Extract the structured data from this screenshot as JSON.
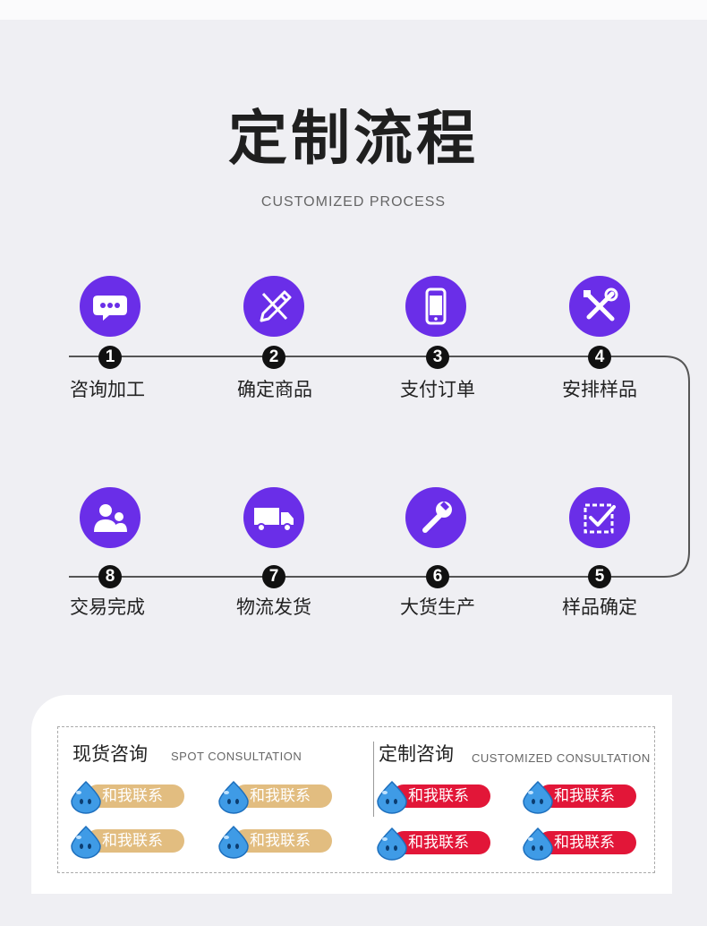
{
  "header": {
    "title": "定制流程",
    "subtitle": "CUSTOMIZED PROCESS"
  },
  "colors": {
    "accent": "#6a2ee8",
    "step_number_bg": "#111111",
    "contact_spot": "#e2bd80",
    "contact_custom": "#e21638"
  },
  "steps": [
    {
      "number": "1",
      "label": "咨询加工",
      "icon": "chat-bubble-icon"
    },
    {
      "number": "2",
      "label": "确定商品",
      "icon": "pen-ruler-icon"
    },
    {
      "number": "3",
      "label": "支付订单",
      "icon": "smartphone-icon"
    },
    {
      "number": "4",
      "label": "安排样品",
      "icon": "wrench-screwdriver-icon"
    },
    {
      "number": "5",
      "label": "样品确定",
      "icon": "checkbox-icon"
    },
    {
      "number": "6",
      "label": "大货生产",
      "icon": "wrench-icon"
    },
    {
      "number": "7",
      "label": "物流发货",
      "icon": "truck-icon"
    },
    {
      "number": "8",
      "label": "交易完成",
      "icon": "people-icon"
    }
  ],
  "contact": {
    "spot": {
      "title": "现货咨询",
      "subtitle": "SPOT CONSULTATION",
      "buttons": [
        "和我联系",
        "和我联系",
        "和我联系",
        "和我联系"
      ]
    },
    "custom": {
      "title": "定制咨询",
      "subtitle": "CUSTOMIZED CONSULTATION",
      "buttons": [
        "和我联系",
        "和我联系",
        "和我联系",
        "和我联系"
      ]
    }
  }
}
